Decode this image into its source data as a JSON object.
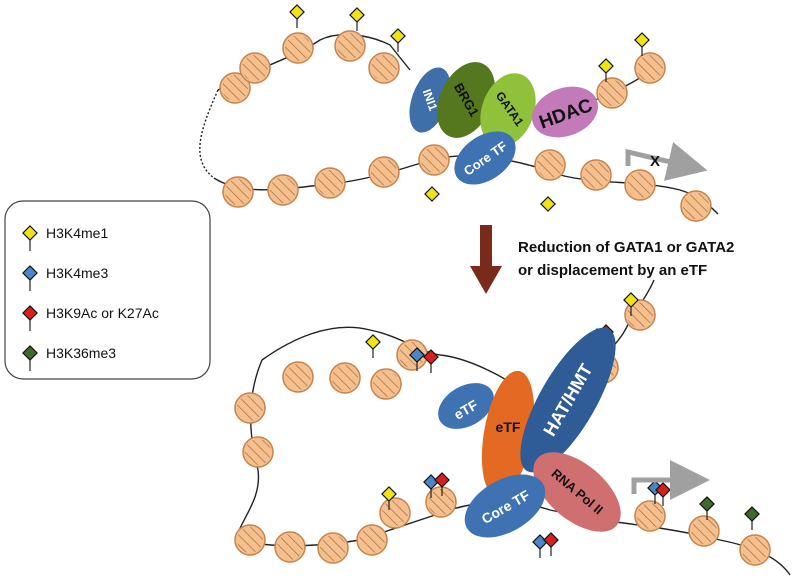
{
  "legend": {
    "items": [
      {
        "label": "H3K4me1",
        "color": "#f2e312"
      },
      {
        "label": "H3K4me3",
        "color": "#4a86c8"
      },
      {
        "label": "H3K9Ac or K27Ac",
        "color": "#d62020"
      },
      {
        "label": "H3K36me3",
        "color": "#3f6b2a"
      }
    ]
  },
  "transition": {
    "line1": "Reduction of GATA1 or GATA2",
    "line2": "or displacement by an eTF"
  },
  "top_complex": {
    "ini1": "INI1",
    "brg1": "BRG1",
    "gata1": "GATA1",
    "hdac": "HDAC",
    "core_tf": "Core TF",
    "blocked_mark": "X"
  },
  "bottom_complex": {
    "etf_blue": "eTF",
    "etf_orange": "eTF",
    "hat_hmt": "HAT/HMT",
    "core_tf": "Core TF",
    "rna_pol": "RNA Pol II"
  },
  "colors": {
    "nucleosome": "#f6c08e",
    "nucleosome_edge": "#c8834a",
    "arrow": "#7a2a1a",
    "gray_arrow": "#a0a0a0"
  }
}
